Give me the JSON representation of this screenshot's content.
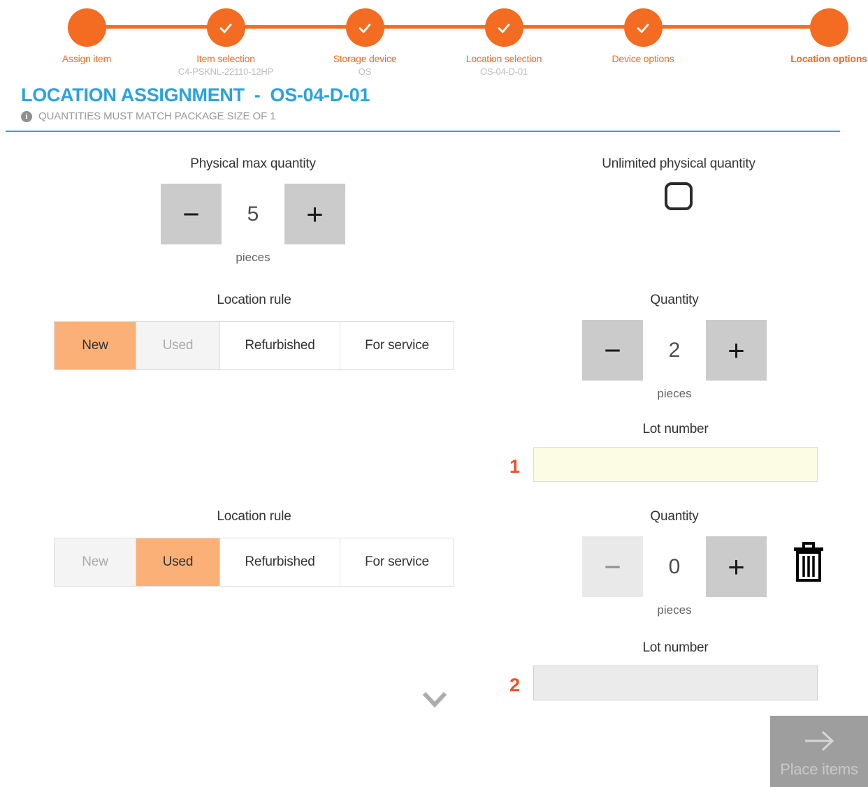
{
  "colors": {
    "accent_orange": "#F36C21",
    "heading_blue": "#2BA2DF",
    "selected_rule_bg": "#FBB077",
    "lot_active_bg": "#FCFBE3",
    "lot_disabled_bg": "#EBEBEB",
    "stepper_button_bg": "#CBCBCB",
    "disabled_button_bg": "#E9E9E9",
    "place_button_bg": "#9E9E9E",
    "row_index_orange": "#F04E23"
  },
  "stepper": {
    "steps": [
      {
        "label": "Assign item",
        "sublabel": "",
        "state": "done"
      },
      {
        "label": "Item selection",
        "sublabel": "C4-PSKNL-22110-12HP",
        "state": "checked"
      },
      {
        "label": "Storage device",
        "sublabel": "OS",
        "state": "checked"
      },
      {
        "label": "Location selection",
        "sublabel": "OS-04-D-01",
        "state": "checked"
      },
      {
        "label": "Device options",
        "sublabel": "",
        "state": "checked"
      },
      {
        "label": "Location options",
        "sublabel": "",
        "state": "current"
      }
    ]
  },
  "header": {
    "title": "LOCATION ASSIGNMENT",
    "separator": "-",
    "location_code": "OS-04-D-01",
    "info_text": "QUANTITIES MUST MATCH PACKAGE SIZE OF 1"
  },
  "icons": {
    "minus": "−",
    "plus": "+"
  },
  "physical_max": {
    "label": "Physical max quantity",
    "value": "5",
    "unit": "pieces"
  },
  "unlimited": {
    "label": "Unlimited physical quantity",
    "checked": false
  },
  "rows": [
    {
      "index": "1",
      "location_rule": {
        "label": "Location rule",
        "options": [
          {
            "label": "New",
            "state": "selected"
          },
          {
            "label": "Used",
            "state": "disabled"
          },
          {
            "label": "Refurbished",
            "state": "normal"
          },
          {
            "label": "For service",
            "state": "normal"
          }
        ]
      },
      "quantity": {
        "label": "Quantity",
        "value": "2",
        "unit": "pieces"
      },
      "lot": {
        "label": "Lot number",
        "value": "",
        "state": "active"
      }
    },
    {
      "index": "2",
      "location_rule": {
        "label": "Location rule",
        "options": [
          {
            "label": "New",
            "state": "disabled"
          },
          {
            "label": "Used",
            "state": "selected"
          },
          {
            "label": "Refurbished",
            "state": "normal"
          },
          {
            "label": "For service",
            "state": "normal"
          }
        ]
      },
      "quantity": {
        "label": "Quantity",
        "value": "0",
        "unit": "pieces"
      },
      "lot": {
        "label": "Lot number",
        "value": "",
        "state": "disabled"
      }
    }
  ],
  "footer": {
    "place_items_label": "Place items"
  }
}
